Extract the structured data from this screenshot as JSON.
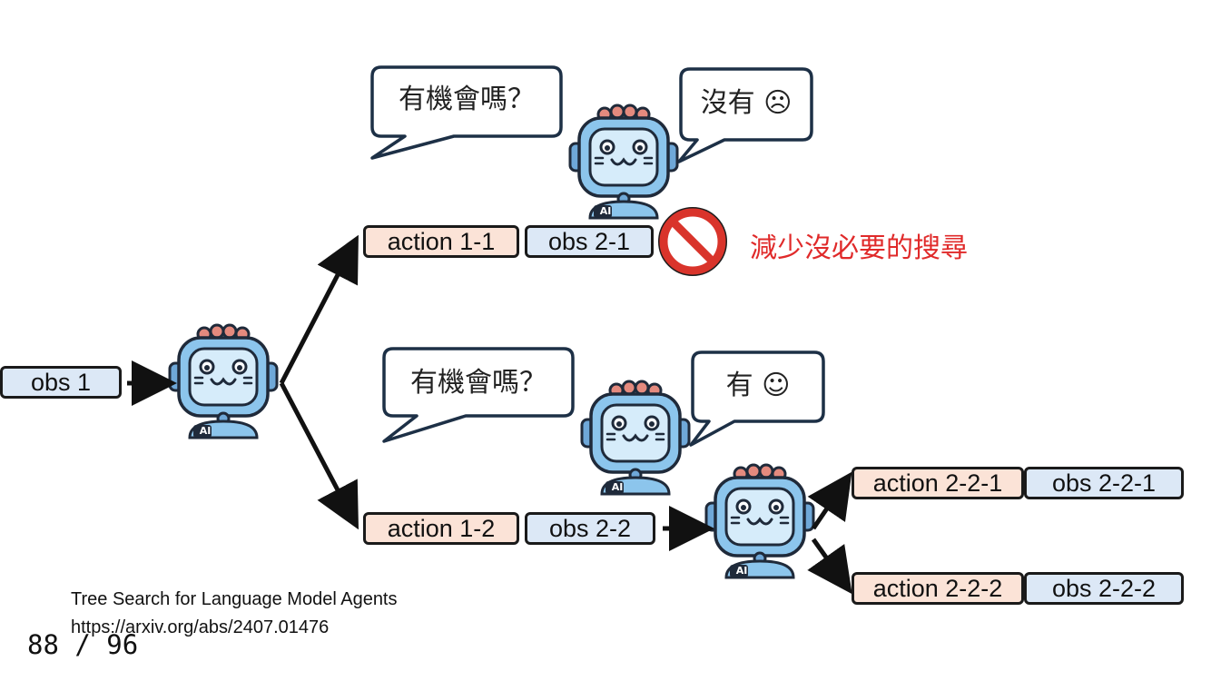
{
  "diagram": {
    "root_obs": "obs 1",
    "branch1": {
      "action": "action 1-1",
      "obs": "obs 2-1"
    },
    "branch2": {
      "action": "action 1-2",
      "obs": "obs 2-2"
    },
    "leaf1": {
      "action": "action 2-2-1",
      "obs": "obs 2-2-1"
    },
    "leaf2": {
      "action": "action 2-2-2",
      "obs": "obs 2-2-2"
    },
    "bubble_q1": "有機會嗎？",
    "bubble_a1": "沒有 ☹",
    "bubble_q2": "有機會嗎？",
    "bubble_a2": "有 ☺",
    "robot_badge": "AI",
    "prune_note": "減少沒必要的搜尋"
  },
  "reference": {
    "title": "Tree Search for Language Model Agents",
    "url": "https://arxiv.org/abs/2407.01476"
  },
  "page_number": "88 / 96",
  "colors": {
    "obs_fill": "#dce8f6",
    "action_fill": "#fbe3d7",
    "robot_body": "#8cc5ec",
    "robot_screen": "#d6ecfa",
    "robot_antenna": "#e48a7e",
    "prohibit": "#d9342b",
    "note_text": "#e02a2a",
    "outline": "#1a1a1a"
  }
}
